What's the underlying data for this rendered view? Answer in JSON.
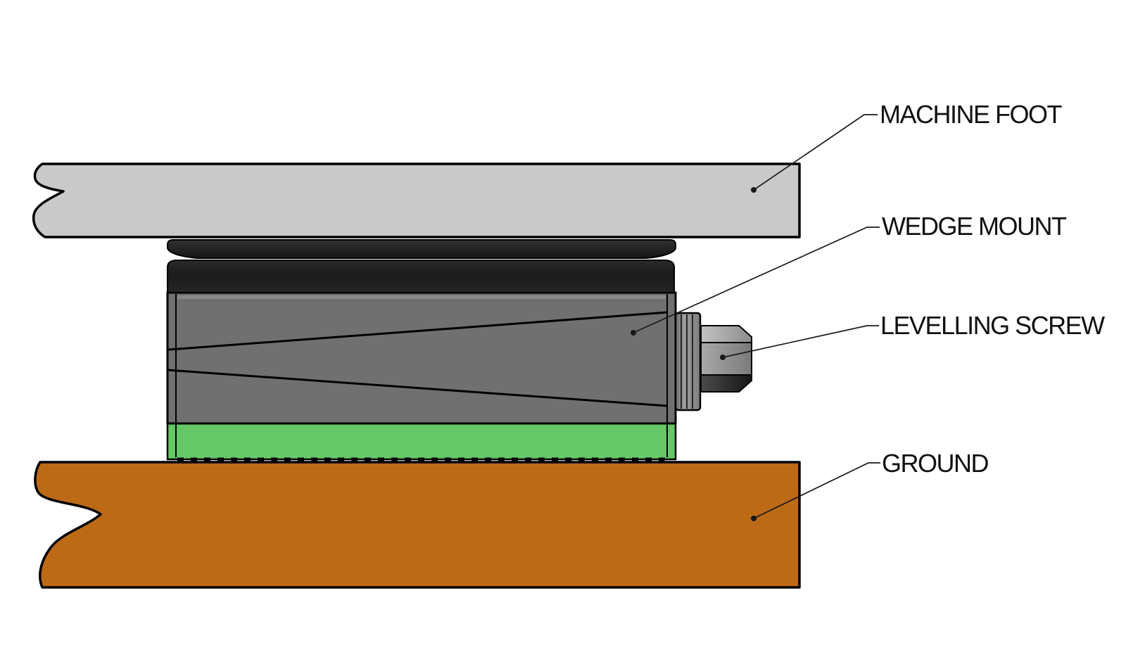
{
  "diagram": {
    "type": "technical-illustration",
    "subject": "wedge mount machine levelling foot, side section view",
    "parts": [
      {
        "id": "machine-foot",
        "label": "MACHINE FOOT"
      },
      {
        "id": "wedge-mount",
        "label": "WEDGE MOUNT"
      },
      {
        "id": "levelling-screw",
        "label": "LEVELLING SCREW"
      },
      {
        "id": "ground",
        "label": "GROUND"
      }
    ],
    "colors": {
      "machine_foot": "#c9c9c9",
      "cap_dark": "#1d1d1d",
      "wedge_body": "#707070",
      "pad_green": "#66c767",
      "ground_orange": "#bd6a16",
      "outline": "#000000",
      "leader": "#1a1a1a",
      "label_text": "#111111",
      "background": "#ffffff"
    }
  }
}
